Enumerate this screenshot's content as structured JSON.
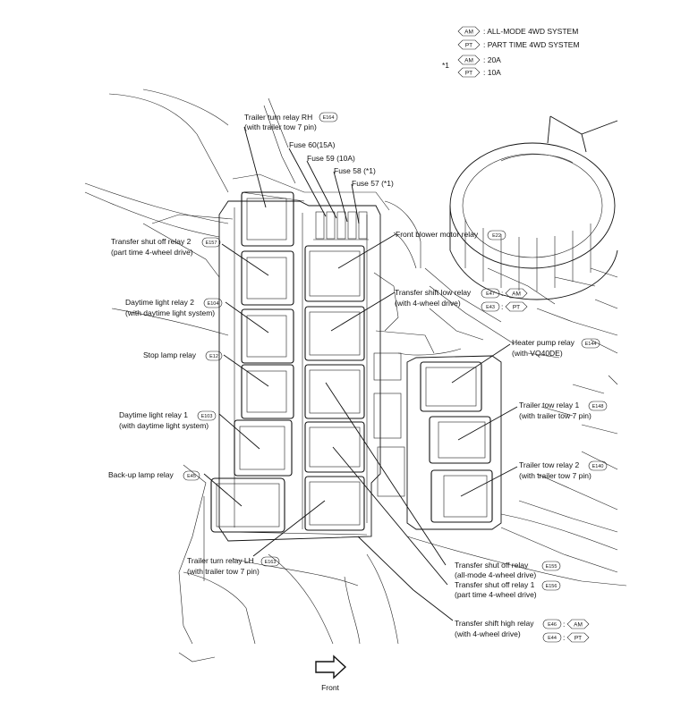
{
  "legend": {
    "am_tag": "AM",
    "pt_tag": "PT",
    "am_text": ": ALL-MODE 4WD SYSTEM",
    "pt_text": ": PART TIME 4WD SYSTEM",
    "note_mark": "*1",
    "note_am_value": ": 20A",
    "note_pt_value": ": 10A"
  },
  "labels": {
    "trailer_turn_rh": "Trailer turn relay RH",
    "trailer_turn_rh_sub": "(with trailer tow 7 pin)",
    "trailer_turn_rh_conn": "E164",
    "fuse60": "Fuse 60(15A)",
    "fuse59": "Fuse 59 (10A)",
    "fuse58": "Fuse 58 (*1)",
    "fuse57": "Fuse 57 (*1)",
    "transfer_shut_off_2": "Transfer shut off relay 2",
    "transfer_shut_off_2_sub": "(part time 4-wheel drive)",
    "transfer_shut_off_2_conn": "E157",
    "front_blower": "Front blower motor relay",
    "front_blower_conn": "E22",
    "daytime_2": "Daytime light relay 2",
    "daytime_2_sub": "(with daytime light system)",
    "daytime_2_conn": "E104",
    "transfer_shift_low": "Transfer shift low relay",
    "transfer_shift_low_sub": "(with 4-wheel drive)",
    "transfer_shift_low_conn_am": "E47",
    "transfer_shift_low_conn_pt": "E43",
    "stop_lamp": "Stop lamp relay",
    "stop_lamp_conn": "E12",
    "heater_pump": "Heater pump relay",
    "heater_pump_sub": "(with VQ40DE)",
    "heater_pump_conn": "E144",
    "daytime_1": "Daytime light relay 1",
    "daytime_1_sub": "(with daytime light system)",
    "daytime_1_conn": "E103",
    "trailer_tow_1": "Trailer tow relay 1",
    "trailer_tow_1_sub": "(with trailer tow 7 pin)",
    "trailer_tow_1_conn": "E148",
    "backup_lamp": "Back-up lamp relay",
    "backup_lamp_conn": "E45",
    "trailer_tow_2": "Trailer tow relay 2",
    "trailer_tow_2_sub": "(with trailer tow 7 pin)",
    "trailer_tow_2_conn": "E140",
    "trailer_turn_lh": "Trailer turn relay LH",
    "trailer_turn_lh_sub": "(with trailer tow 7 pin)",
    "trailer_turn_lh_conn": "E163",
    "transfer_shut_off": "Transfer shut off relay",
    "transfer_shut_off_sub": "(all-mode 4-wheel drive)",
    "transfer_shut_off_conn": "E155",
    "transfer_shut_off_1": "Transfer shut off relay 1",
    "transfer_shut_off_1_sub": "(part time 4-wheel drive)",
    "transfer_shut_off_1_conn": "E156",
    "transfer_shift_high": "Transfer shift high relay",
    "transfer_shift_high_sub": "(with 4-wheel drive)",
    "transfer_shift_high_conn_am": "E46",
    "transfer_shift_high_conn_pt": "E44",
    "front": "Front"
  }
}
